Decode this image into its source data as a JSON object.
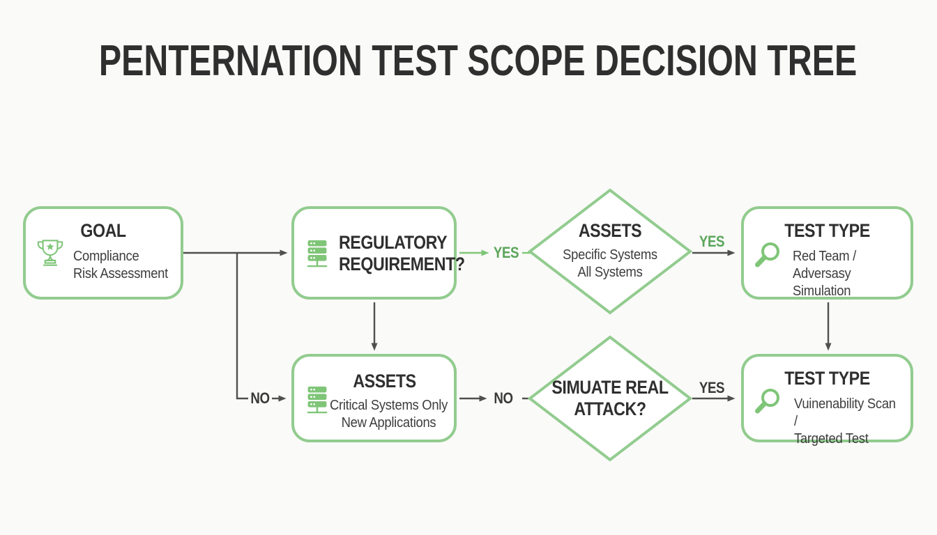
{
  "title": "PENTERNATION TEST SCOPE DECISION TREE",
  "colors": {
    "background": "#fafaf8",
    "green_border": "#92cc8f",
    "green_icon": "#7fc578",
    "green_label": "#5ba55b",
    "heading_text": "#2f2f2f",
    "body_text": "#3d3d3d",
    "arrow": "#4f4f4f"
  },
  "nodes": {
    "goal": {
      "heading": "GOAL",
      "line1": "Compliance",
      "line2": "Risk Assessment",
      "icon": "trophy-icon"
    },
    "regulatory": {
      "heading": "REGULATORY REQUIREMENT?",
      "icon": "database-icon"
    },
    "assets_decision": {
      "heading": "ASSETS",
      "line1": "Specific Systems",
      "line2": "All Systems"
    },
    "test_type_red_team": {
      "heading": "TEST TYPE",
      "line1": "Red Team /",
      "line2": "Adversasy Simulation",
      "icon": "magnifier-icon"
    },
    "assets": {
      "heading": "ASSETS",
      "line1": "Critical Systems Only",
      "line2": "New Applications",
      "icon": "database-icon"
    },
    "simulate_decision": {
      "heading": "SIMUATE REAL ATTACK?"
    },
    "test_type_vuln": {
      "heading": "TEST TYPE",
      "line1": "Vuinenability Scan /",
      "line2": "Targeted Test",
      "icon": "magnifier-icon"
    }
  },
  "connector_labels": {
    "regulatory_yes": "YES",
    "assets_yes": "YES",
    "goal_no": "NO",
    "assets_no": "NO",
    "simulate_yes": "YES"
  }
}
